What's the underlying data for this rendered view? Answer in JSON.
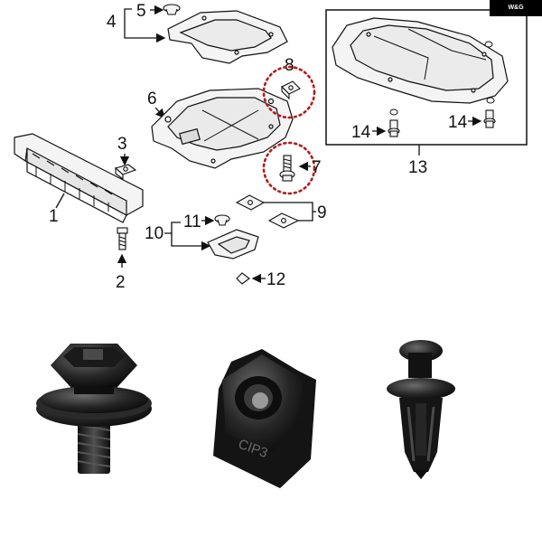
{
  "brand": {
    "logo_text": "W&G"
  },
  "callouts": {
    "n1": "1",
    "n2": "2",
    "n3": "3",
    "n4": "4",
    "n5": "5",
    "n6": "6",
    "n7": "7",
    "n8": "8",
    "n9": "9",
    "n10": "10",
    "n11": "11",
    "n12": "12",
    "n13": "13",
    "n14a": "14",
    "n14b": "14"
  },
  "photo_text": {
    "clip_stamp": "CIP3"
  },
  "colors": {
    "ink": "#111111",
    "highlight": "#b01c1c",
    "metal": "#1c1c1c",
    "part_fill": "#f2f2f2"
  },
  "icons": [
    "bolt-photo",
    "u-nut-photo",
    "push-rivet-photo"
  ]
}
